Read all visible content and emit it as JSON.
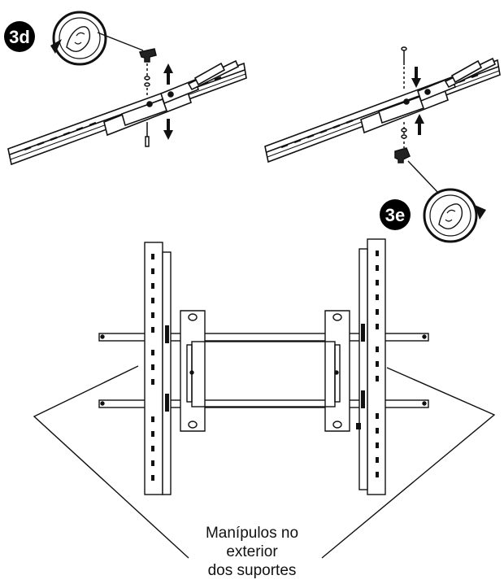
{
  "steps": [
    {
      "label": "3d",
      "direction": "counterclockwise",
      "icon": "hand-turn-counterclockwise-icon"
    },
    {
      "label": "3e",
      "direction": "clockwise",
      "icon": "hand-turn-clockwise-icon"
    }
  ],
  "caption": {
    "line1": "Manípulos no",
    "line2": "exterior",
    "line3": "dos suportes"
  },
  "colors": {
    "ink": "#111111",
    "badge": "#000000",
    "background": "#ffffff"
  }
}
